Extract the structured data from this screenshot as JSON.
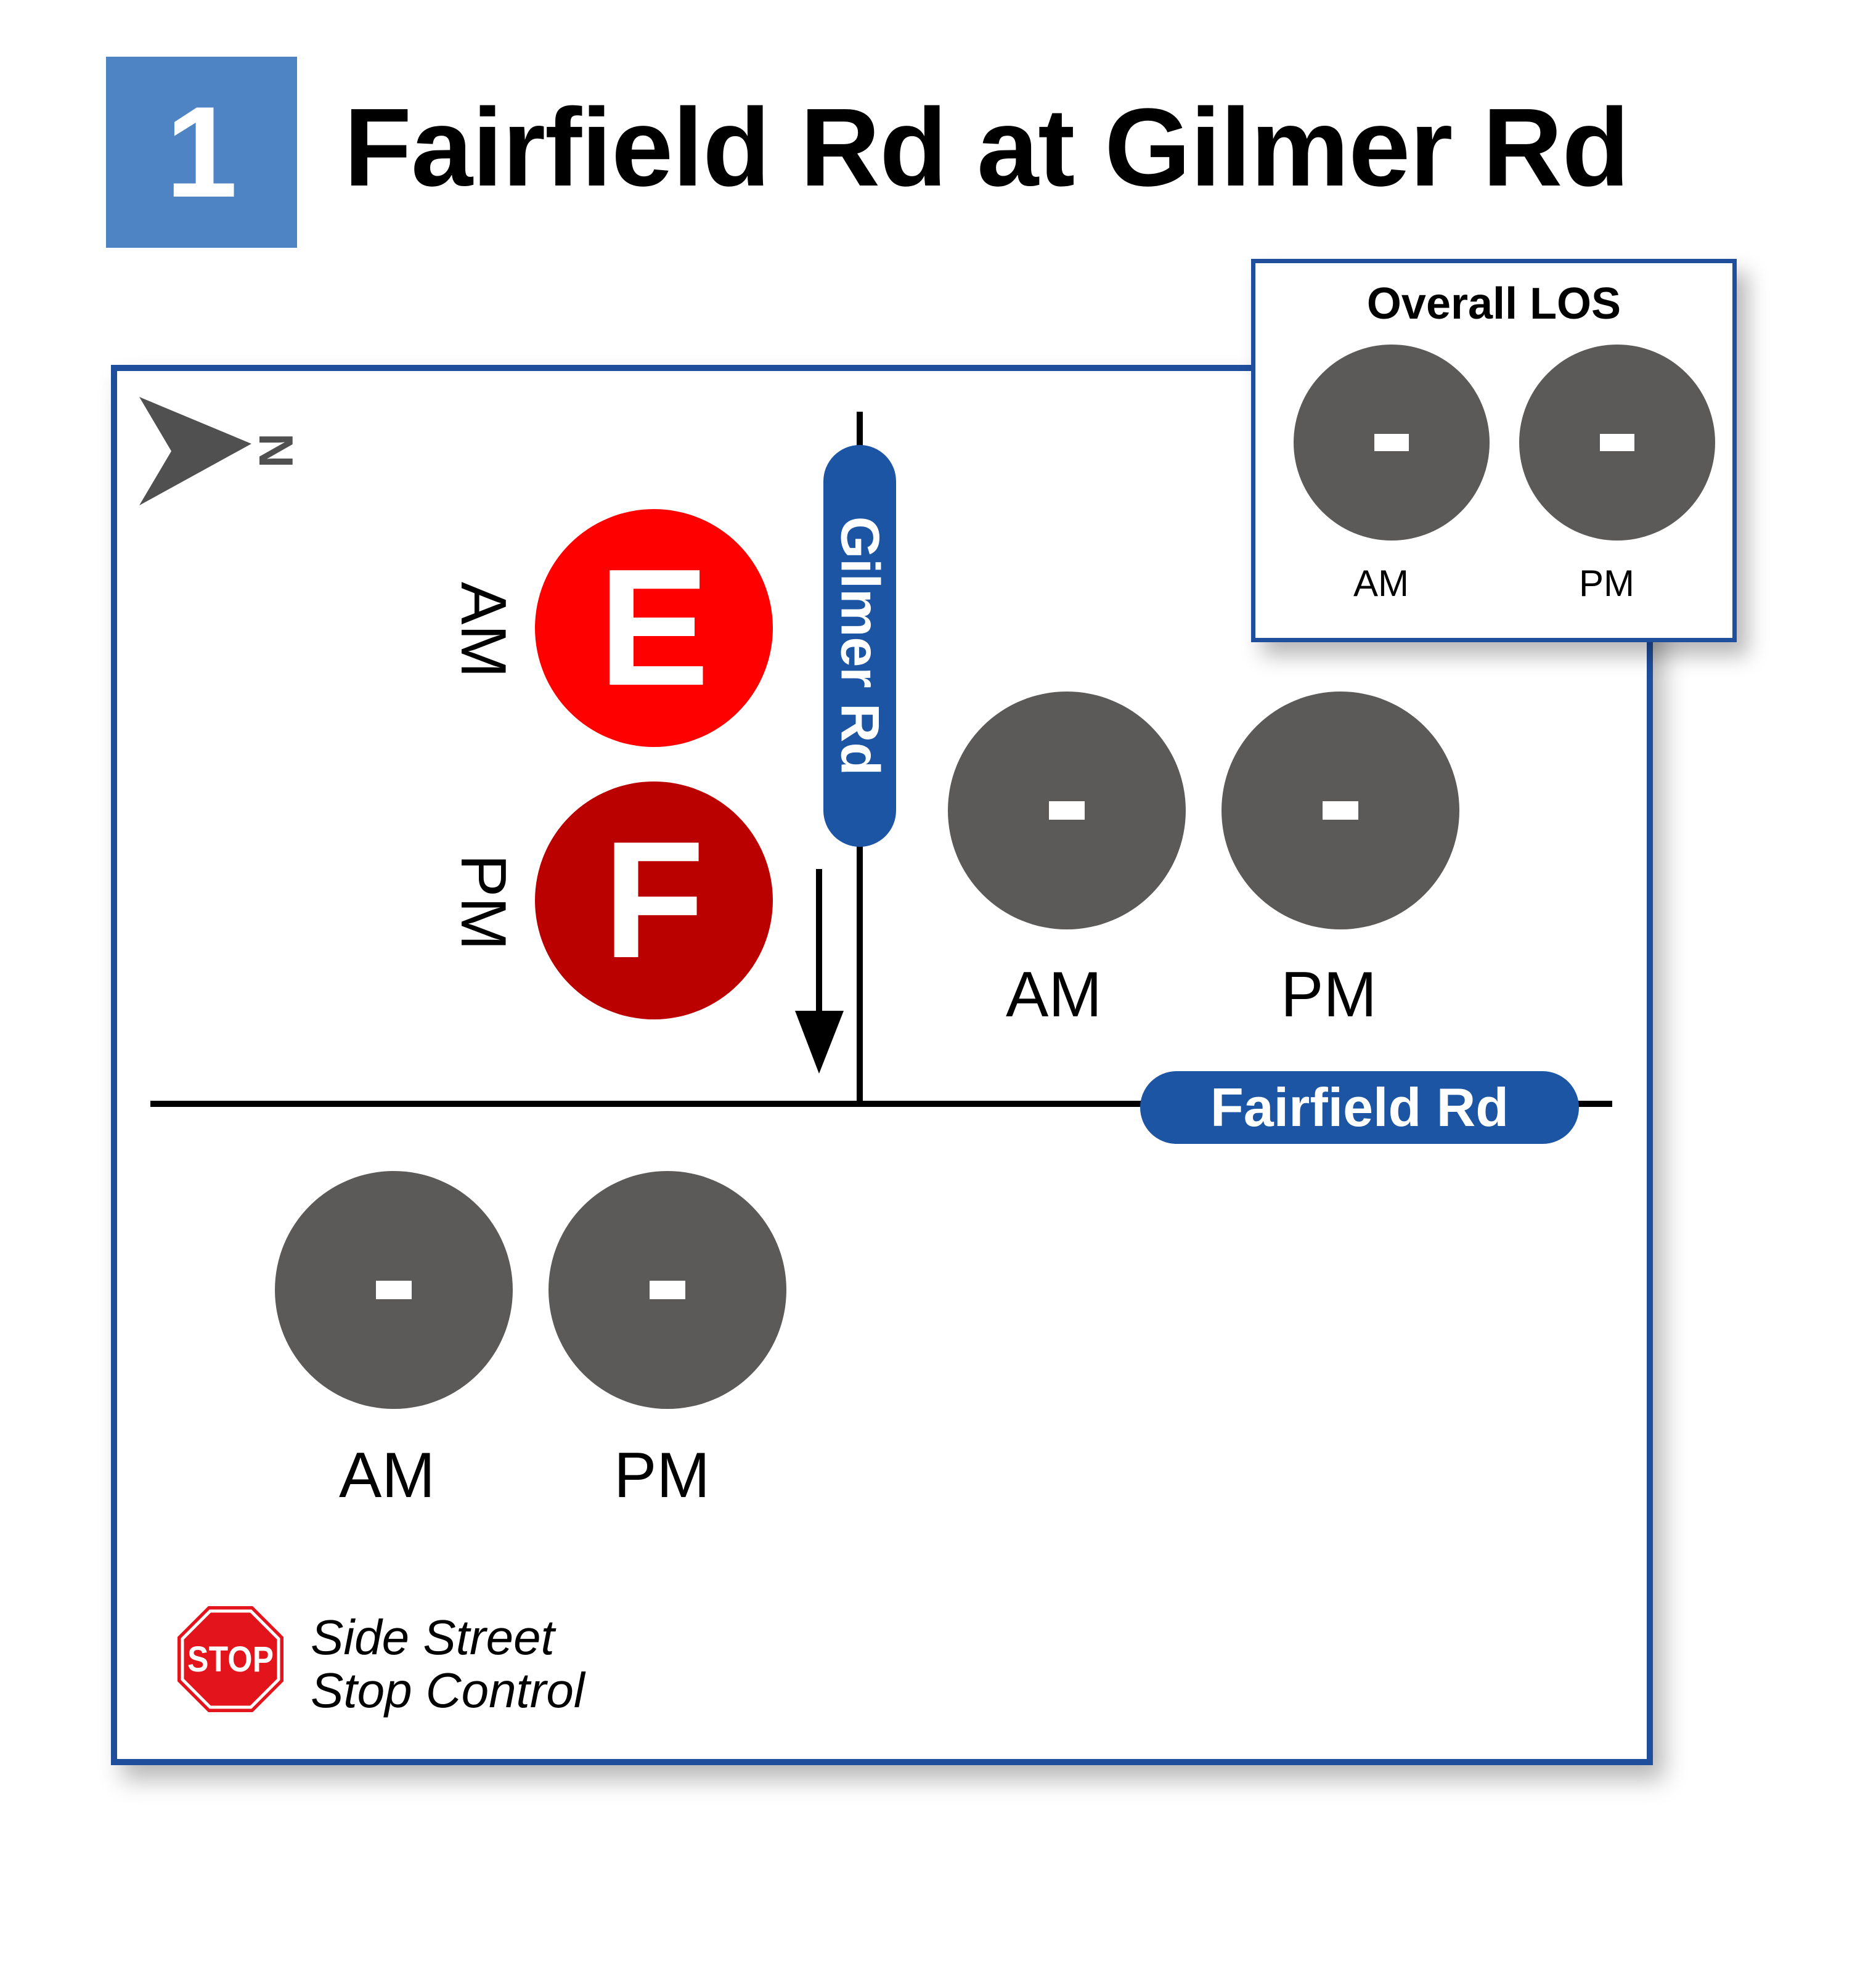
{
  "header": {
    "number": "1",
    "title": "Fairfield Rd at Gilmer Rd"
  },
  "overall": {
    "title": "Overall LOS",
    "am": {
      "label": "AM",
      "value": "-"
    },
    "pm": {
      "label": "PM",
      "value": "-"
    }
  },
  "compass": {
    "label": "N"
  },
  "roads": {
    "vertical": "Gilmer Rd",
    "horizontal": "Fairfield Rd"
  },
  "approaches": {
    "southbound": {
      "am": {
        "label": "AM",
        "grade": "E",
        "color": "#ff0000"
      },
      "pm": {
        "label": "PM",
        "grade": "F",
        "color": "#bb0000"
      }
    },
    "east": {
      "am": {
        "label": "AM",
        "value": "-"
      },
      "pm": {
        "label": "PM",
        "value": "-"
      }
    },
    "west": {
      "am": {
        "label": "AM",
        "value": "-"
      },
      "pm": {
        "label": "PM",
        "value": "-"
      }
    }
  },
  "legend": {
    "stop_sign": "STOP",
    "line1": "Side Street",
    "line2": "Stop Control"
  },
  "colors": {
    "accent_blue": "#1b55a3",
    "number_box": "#4f84c4",
    "circle_gray": "#5b5a58"
  }
}
